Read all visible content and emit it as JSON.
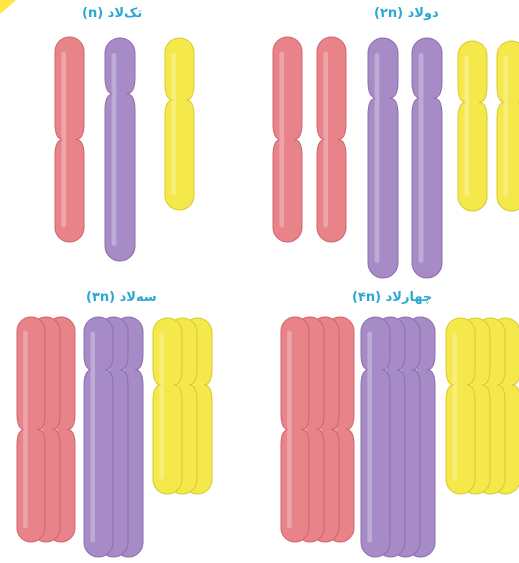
{
  "panels": [
    {
      "id": "haploid",
      "label": "تک‌لاد (n)",
      "ploidy": 1
    },
    {
      "id": "diploid",
      "label": "دولاد (۲n)",
      "ploidy": 2
    },
    {
      "id": "triploid",
      "label": "سه‌لاد (۳n)",
      "ploidy": 3
    },
    {
      "id": "tetraploid",
      "label": "چهارلاد (۴n)",
      "ploidy": 4
    }
  ],
  "colors": {
    "red_chromosome": "#e8838a",
    "red_chromosome_edge": "#d0646c",
    "purple_chromosome": "#a68bc6",
    "purple_chromosome_edge": "#8b6fae",
    "yellow_chromosome": "#f4e84a",
    "yellow_chromosome_edge": "#d9c92e",
    "label_color": "#2aa8d4",
    "background": "#ffffff"
  }
}
